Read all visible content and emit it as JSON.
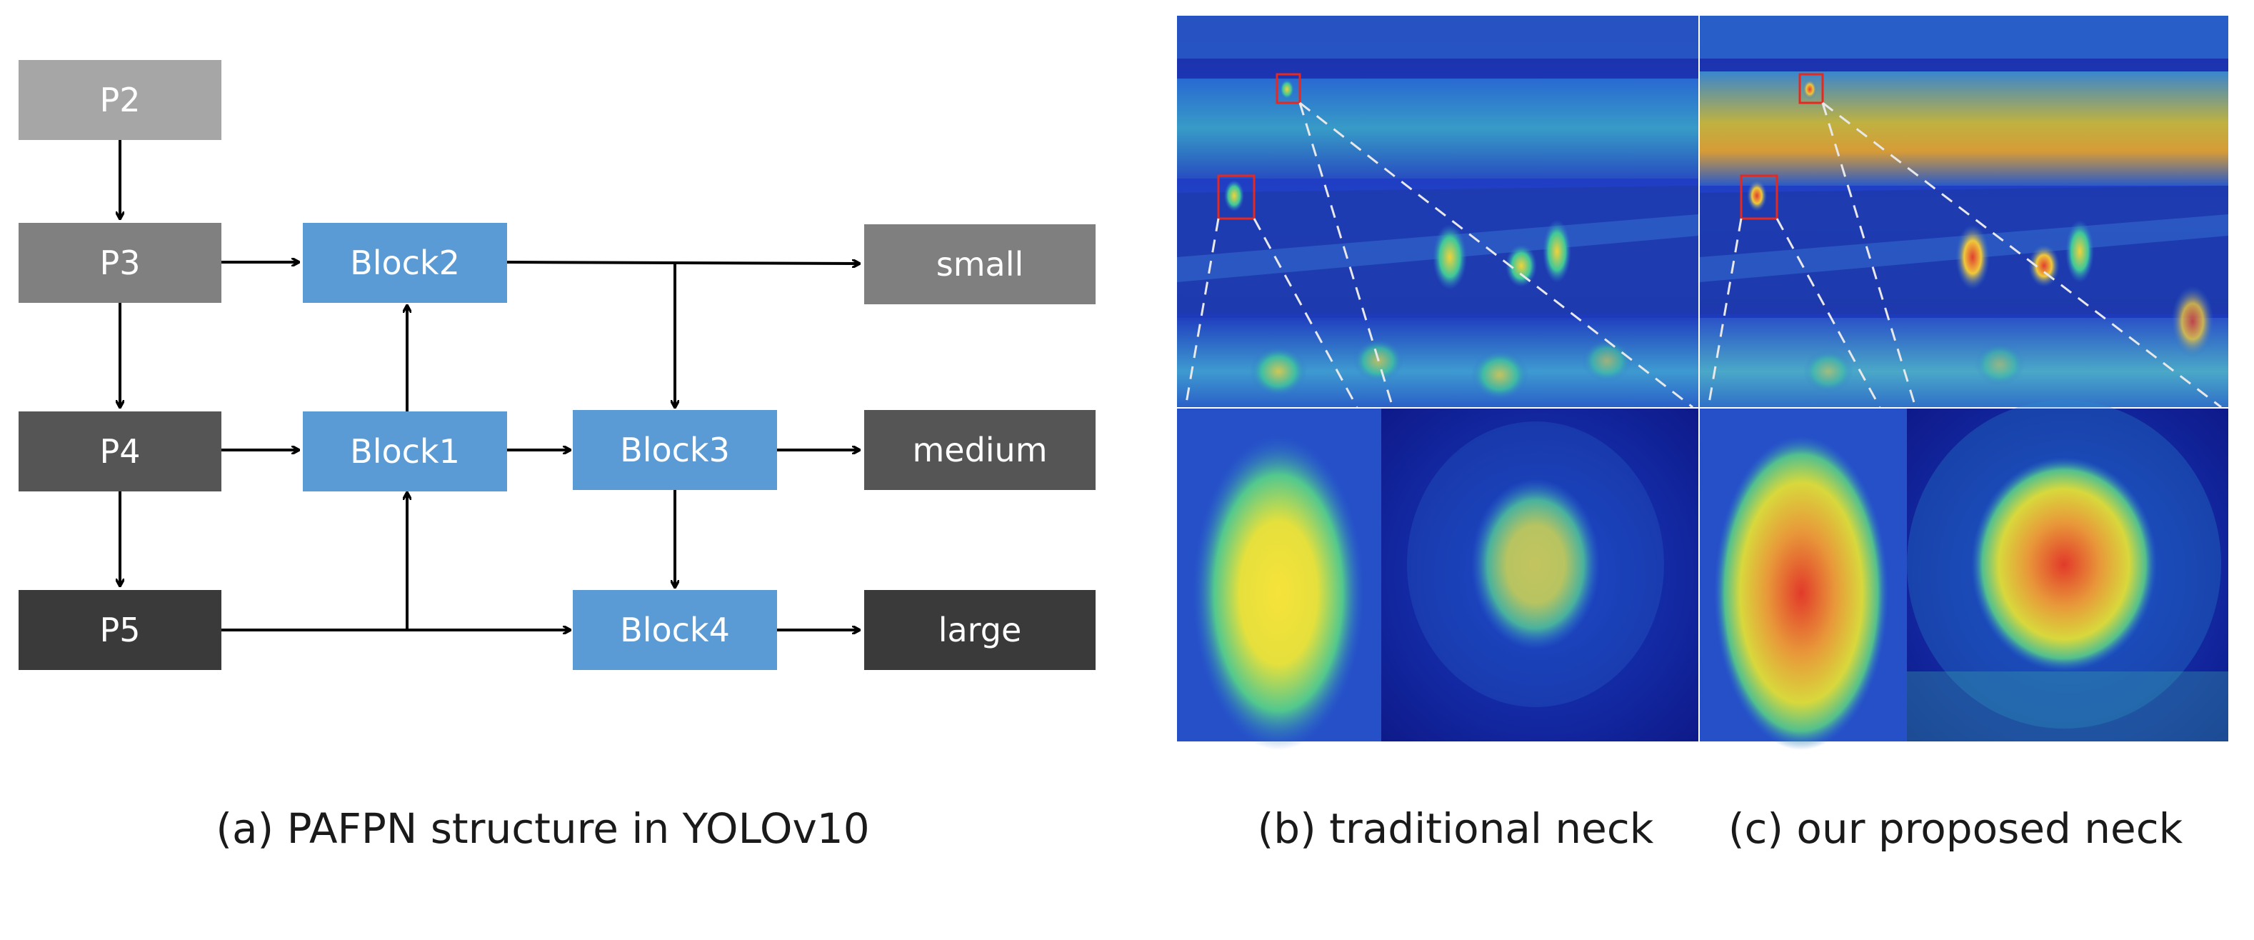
{
  "diagram": {
    "nodes": {
      "p2": "P2",
      "p3": "P3",
      "p4": "P4",
      "p5": "P5",
      "block1": "Block1",
      "block2": "Block2",
      "block3": "Block3",
      "block4": "Block4",
      "small": "small",
      "medium": "medium",
      "large": "large"
    },
    "colors": {
      "p2": "#a6a6a6",
      "p3": "#808080",
      "p4": "#555555",
      "p5": "#3a3a3a",
      "block": "#5b9bd5",
      "small": "#7f7f7f",
      "medium": "#555555",
      "large": "#3a3a3a"
    }
  },
  "heatmaps": {
    "highlight_color": "#e8281e"
  },
  "captions": {
    "a": "(a) PAFPN structure in YOLOv10",
    "b": "(b) traditional neck",
    "c": "(c) our proposed neck"
  }
}
